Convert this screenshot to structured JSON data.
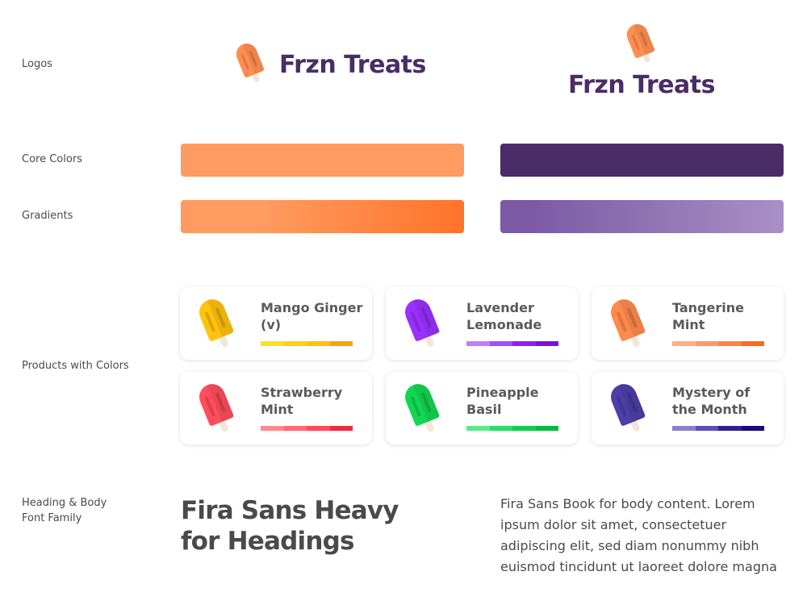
{
  "labels": {
    "logos": "Logos",
    "core_colors": "Core Colors",
    "gradients": "Gradients",
    "products": "Products with Colors",
    "fonts_line1": "Heading & Body",
    "fonts_line2": "Font Family"
  },
  "brand": {
    "name": "Frzn Treats",
    "wordmark_color": "#4a2c66",
    "logo_popsicle_color": "#ff8e50"
  },
  "core_colors": {
    "orange": "#ff9a60",
    "purple": "#4a2c66"
  },
  "gradients": {
    "orange": [
      "#ff9a60",
      "#ff7328"
    ],
    "purple": [
      "#7b5aa3",
      "#a98fc7"
    ]
  },
  "products": [
    {
      "name_line1": "Mango Ginger",
      "name_line2": "(v)",
      "color": "#ffc20e",
      "palette": [
        "#ffe01a",
        "#ffd10f",
        "#ffc10a",
        "#f7a500"
      ]
    },
    {
      "name_line1": "Lavender",
      "name_line2": "Lemonade",
      "color": "#9b30ff",
      "palette": [
        "#c27dff",
        "#a64cff",
        "#9020f0",
        "#7a10dd"
      ]
    },
    {
      "name_line1": "Tangerine",
      "name_line2": "Mint",
      "color": "#ff8a4c",
      "palette": [
        "#ffb080",
        "#ff9a60",
        "#ff8440",
        "#ff6a18"
      ]
    },
    {
      "name_line1": "Strawberry",
      "name_line2": "Mint",
      "color": "#ff4d5c",
      "palette": [
        "#ff8a90",
        "#ff6a74",
        "#ff4a58",
        "#ee2a40"
      ]
    },
    {
      "name_line1": "Pineapple",
      "name_line2": "Basil",
      "color": "#12d650",
      "palette": [
        "#5ee88a",
        "#2edc68",
        "#12cc50",
        "#0cb840"
      ]
    },
    {
      "name_line1": "Mystery of",
      "name_line2": "the Month",
      "color": "#4c3fa8",
      "palette": [
        "#8a80d0",
        "#5a4fb8",
        "#2e2090",
        "#1a0a80"
      ]
    }
  ],
  "heading_sample": {
    "line1": "Fira Sans Heavy",
    "line2": "for Headings"
  },
  "body_sample": "Fira Sans Book for body content. Lorem ipsum dolor sit amet, consectetuer adipiscing elit, sed diam nonummy nibh euismod tincidunt ut laoreet dolore magna"
}
